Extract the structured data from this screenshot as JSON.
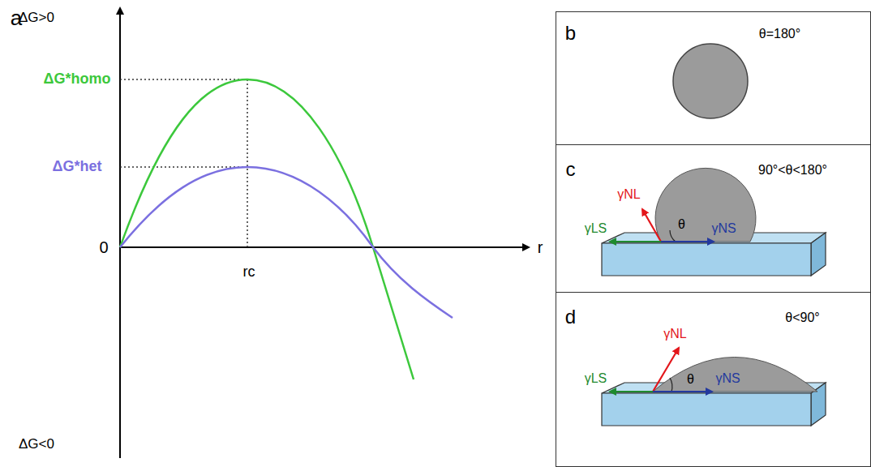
{
  "diagram": {
    "nodes": [
      {
        "text": [
          "b",
          "θ=180°"
        ]
      },
      {
        "text": [
          "c",
          "90°<θ<180°",
          "γNL",
          "γLS",
          "θ",
          "γNS"
        ]
      },
      {
        "text": [
          "d",
          "θ<90°",
          "γNL",
          "γLS",
          "θ",
          "γNS"
        ]
      }
    ],
    "labels": [
      "a",
      "ΔG>0",
      "ΔG*homo",
      "ΔG*het",
      "0",
      "rc",
      "r",
      "ΔG<0"
    ]
  }
}
